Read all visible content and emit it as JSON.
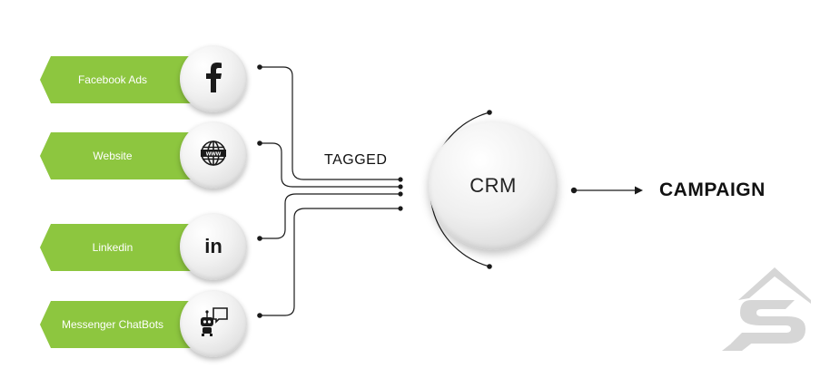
{
  "sources": [
    {
      "label": "Facebook Ads",
      "icon": "facebook-icon",
      "glyph": "f"
    },
    {
      "label": "Website",
      "icon": "globe-www-icon",
      "glyph": "www"
    },
    {
      "label": "Linkedin",
      "icon": "linkedin-icon",
      "glyph": "in"
    },
    {
      "label": "Messenger ChatBots",
      "icon": "chatbot-icon",
      "glyph": ""
    }
  ],
  "connector_label": "TAGGED",
  "hub": {
    "label": "CRM"
  },
  "output": {
    "label": "CAMPAIGN"
  },
  "colors": {
    "banner": "#8dc63f",
    "line": "#1a1a1a",
    "text": "#111111",
    "logo": "#d6d6d6"
  },
  "logo": {
    "icon": "s-logo-icon"
  }
}
